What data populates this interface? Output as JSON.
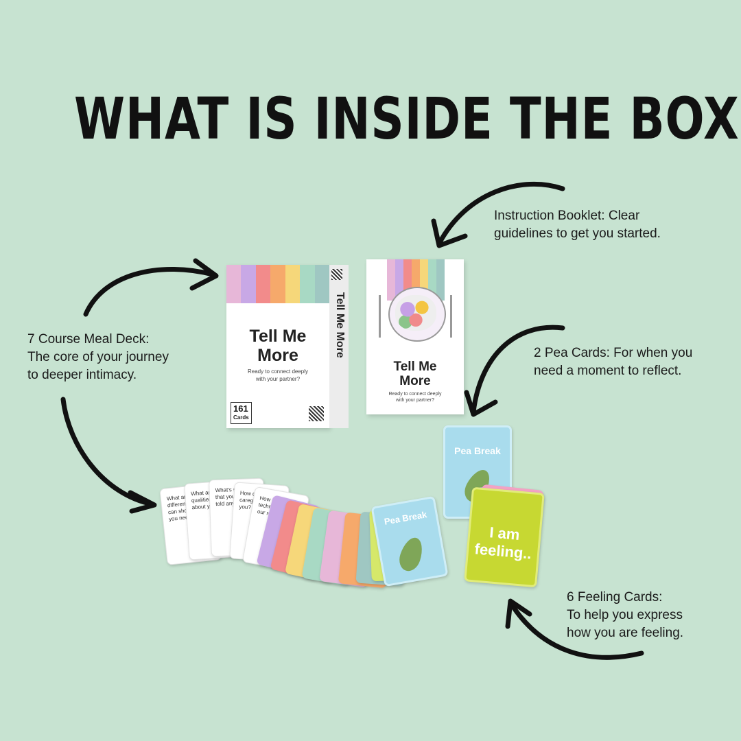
{
  "title": "WHAT IS INSIDE THE BOX",
  "captions": {
    "booklet": [
      "Instruction Booklet: Clear",
      "guidelines to get you started."
    ],
    "deck": [
      "7 Course Meal Deck:",
      "The core of your journey",
      "to deeper intimacy."
    ],
    "pea": [
      "2 Pea Cards: For when you",
      "need a moment to reflect."
    ],
    "feeling": [
      "6 Feeling Cards:",
      "To help you express",
      "how you are feeling."
    ]
  },
  "deck_box": {
    "title_line1": "Tell Me",
    "title_line2": "More",
    "subtitle_line1": "Ready to connect deeply",
    "subtitle_line2": "with your partner?",
    "count": "161",
    "count_unit": "Cards",
    "side_text": "Tell Me More"
  },
  "booklet": {
    "title_line1": "Tell Me",
    "title_line2": "More",
    "subtitle_line1": "Ready to connect deeply",
    "subtitle_line2": "with your partner?"
  },
  "pea_card_label": "Pea Break",
  "feeling_card_label_line1": "I am",
  "feeling_card_label_line2": "feeling..",
  "question_cards": [
    "What ar differen can sho you nee",
    "What are t qualities y about you",
    "What's son that you've told anyon",
    "How did caregi to you?",
    "How c techn our rel"
  ],
  "colors": {
    "background": "#c7e3d1",
    "stripes": [
      "#e7b7d8",
      "#c8a8e6",
      "#f28b8b",
      "#f6a96b",
      "#f6d77a",
      "#a8d9c4",
      "#9fc7c2"
    ],
    "pea_card": "#a9dced",
    "feeling_card": "#c7d832"
  }
}
